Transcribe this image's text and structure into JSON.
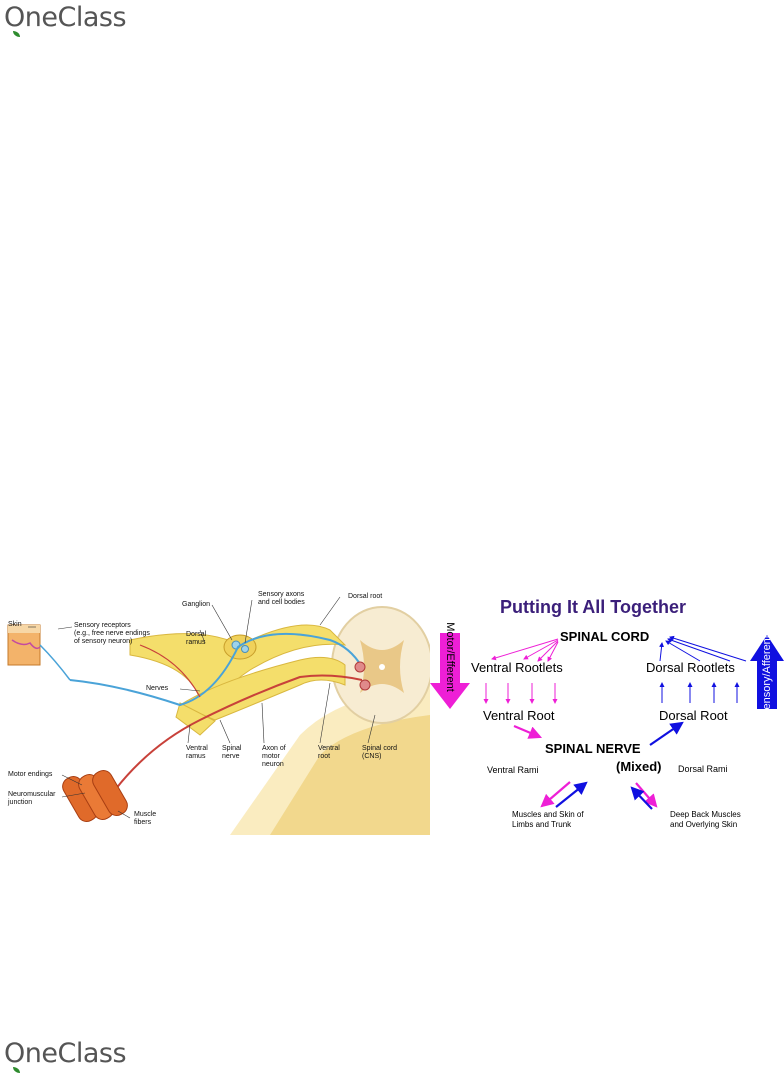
{
  "brand": {
    "logo_text": "OneClass",
    "logo_color": "#555555",
    "leaf_color": "#2e8b2e"
  },
  "anatomy": {
    "labels": {
      "skin": "Skin",
      "sensory_receptors": "Sensory receptors\n(e.g., free nerve endings\nof sensory neuron)",
      "ganglion": "Ganglion",
      "sensory_axons": "Sensory axons\nand cell bodies",
      "dorsal_root": "Dorsal root",
      "dorsal_ramus": "Dorsal\nramus",
      "nerves": "Nerves",
      "motor_endings": "Motor endings",
      "neuromuscular_junction": "Neuromuscular\njunction",
      "muscle_fibers": "Muscle\nfibers",
      "ventral_ramus": "Ventral\nramus",
      "spinal_nerve": "Spinal\nnerve",
      "axon_motor_neuron": "Axon of\nmotor\nneuron",
      "ventral_root": "Ventral\nroot",
      "spinal_cord": "Spinal cord\n(CNS)"
    }
  },
  "diagram": {
    "title": "Putting It All Together",
    "spinal_cord": "SPINAL CORD",
    "ventral_rootlets": "Ventral Rootlets",
    "dorsal_rootlets": "Dorsal Rootlets",
    "ventral_root": "Ventral Root",
    "dorsal_root": "Dorsal Root",
    "spinal_nerve": "SPINAL NERVE",
    "mixed": "(Mixed)",
    "ventral_rami": "Ventral Rami",
    "dorsal_rami": "Dorsal Rami",
    "ventral_target": "Muscles and Skin of\nLimbs and Trunk",
    "dorsal_target": "Deep Back Muscles\nand Overlying Skin",
    "motor_label": "Motor/Efferent",
    "sensory_label": "Sensory/Afferent",
    "colors": {
      "title": "#3b1f7a",
      "motor": "#ee1fd6",
      "sensory": "#1010e0"
    }
  }
}
